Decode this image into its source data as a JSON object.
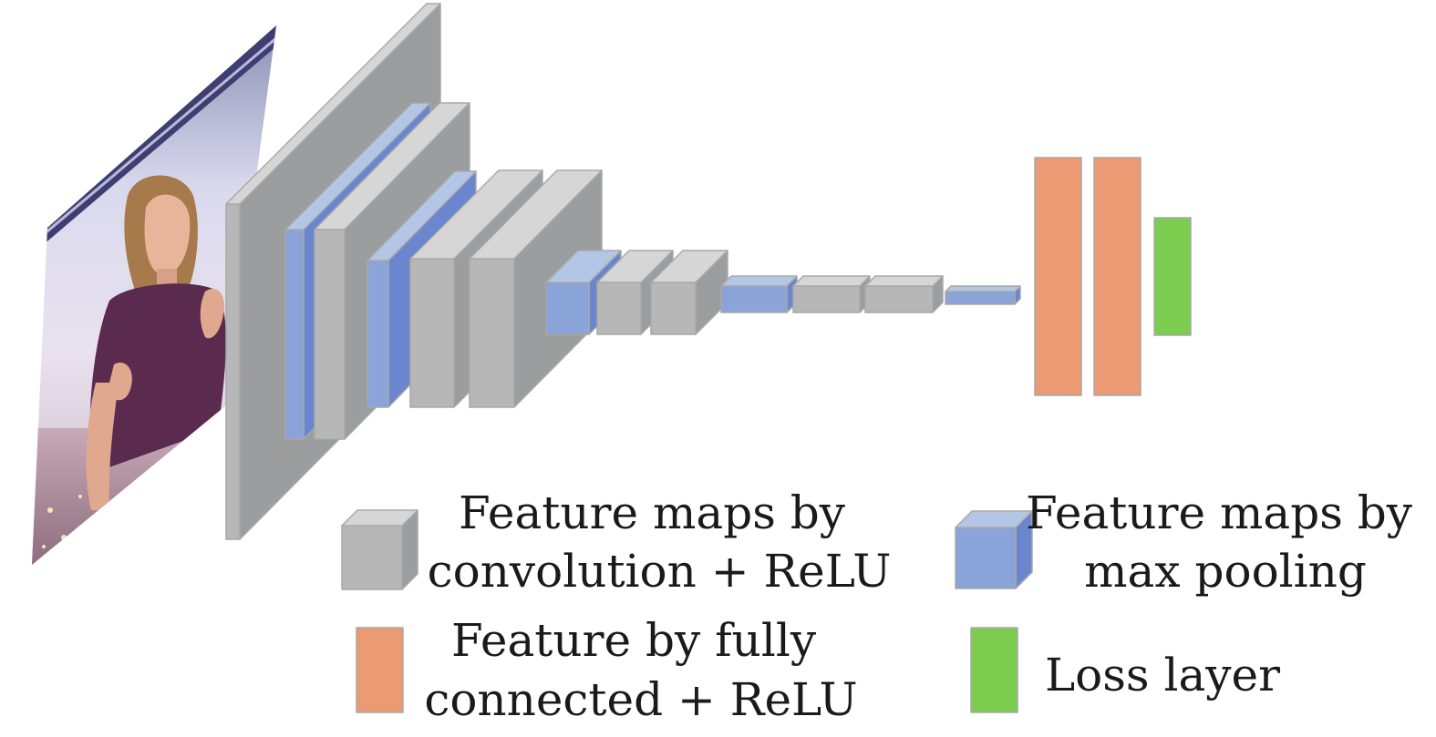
{
  "colors": {
    "conv_front": "#b7b7b7",
    "conv_top": "#d6d6d6",
    "conv_side": "#9c9d9f",
    "pool_front": "#8aa3d8",
    "pool_top": "#b4c6e6",
    "pool_side": "#6a86cf",
    "fc": "#eb9a73",
    "loss": "#7ccd4f",
    "edge": "#a8a8a8"
  },
  "input_image": {
    "depicts": "video frame of a woman speaking in front of a city skyline",
    "icon": "person-photo"
  },
  "network": {
    "layer_sequence": [
      "conv",
      "pool",
      "conv",
      "pool",
      "conv",
      "conv",
      "pool",
      "conv",
      "conv",
      "pool",
      "conv",
      "conv",
      "pool",
      "fc",
      "fc",
      "loss"
    ]
  },
  "legend": {
    "conv": {
      "line1": "Feature maps by",
      "line2": "convolution + ReLU"
    },
    "pool": {
      "line1": "Feature maps by",
      "line2": "max pooling"
    },
    "fc": {
      "line1": "Feature by fully",
      "line2": "connected + ReLU"
    },
    "loss": {
      "line1": "Loss layer"
    }
  }
}
